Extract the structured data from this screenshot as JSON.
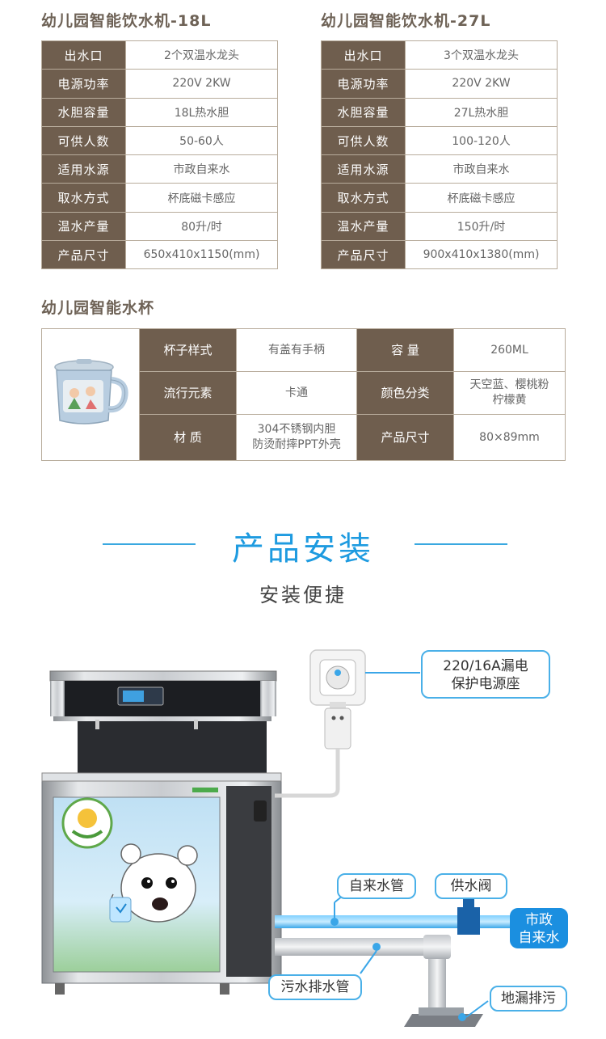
{
  "machine18": {
    "title": "幼儿园智能饮水机-18L",
    "rows": [
      {
        "k": "出水口",
        "v": "2个双温水龙头"
      },
      {
        "k": "电源功率",
        "v": "220V 2KW"
      },
      {
        "k": "水胆容量",
        "v": "18L热水胆"
      },
      {
        "k": "可供人数",
        "v": "50-60人"
      },
      {
        "k": "适用水源",
        "v": "市政自来水"
      },
      {
        "k": "取水方式",
        "v": "杯底磁卡感应"
      },
      {
        "k": "温水产量",
        "v": "80升/时"
      },
      {
        "k": "产品尺寸",
        "v": "650x410x1150(mm)"
      }
    ]
  },
  "machine27": {
    "title": "幼儿园智能饮水机-27L",
    "rows": [
      {
        "k": "出水口",
        "v": "3个双温水龙头"
      },
      {
        "k": "电源功率",
        "v": "220V 2KW"
      },
      {
        "k": "水胆容量",
        "v": "27L热水胆"
      },
      {
        "k": "可供人数",
        "v": "100-120人"
      },
      {
        "k": "适用水源",
        "v": "市政自来水"
      },
      {
        "k": "取水方式",
        "v": "杯底磁卡感应"
      },
      {
        "k": "温水产量",
        "v": "150升/时"
      },
      {
        "k": "产品尺寸",
        "v": "900x410x1380(mm)"
      }
    ]
  },
  "cup": {
    "title": "幼儿园智能水杯",
    "style_k": "杯子样式",
    "style_v": "有盖有手柄",
    "capacity_k": "容  量",
    "capacity_v": "260ML",
    "element_k": "流行元素",
    "element_v": "卡通",
    "color_k": "颜色分类",
    "color_v1": "天空蓝、樱桃粉",
    "color_v2": "柠檬黄",
    "material_k": "材  质",
    "material_v1": "304不锈钢内胆",
    "material_v2": "防烫耐摔PPT外壳",
    "size_k": "产品尺寸",
    "size_v": "80×89mm"
  },
  "install": {
    "title": "产品安装",
    "subtitle": "安装便捷",
    "power_line1": "220/16A漏电",
    "power_line2": "保护电源座",
    "tap_pipe": "自来水管",
    "supply_valve": "供水阀",
    "city_water1": "市政",
    "city_water2": "自来水",
    "drain_pipe": "污水排水管",
    "floor_drain": "地漏排污"
  },
  "colors": {
    "table_header": "#6f5e4e",
    "table_border": "#b8ac9c",
    "accent_blue": "#1e9be0"
  }
}
